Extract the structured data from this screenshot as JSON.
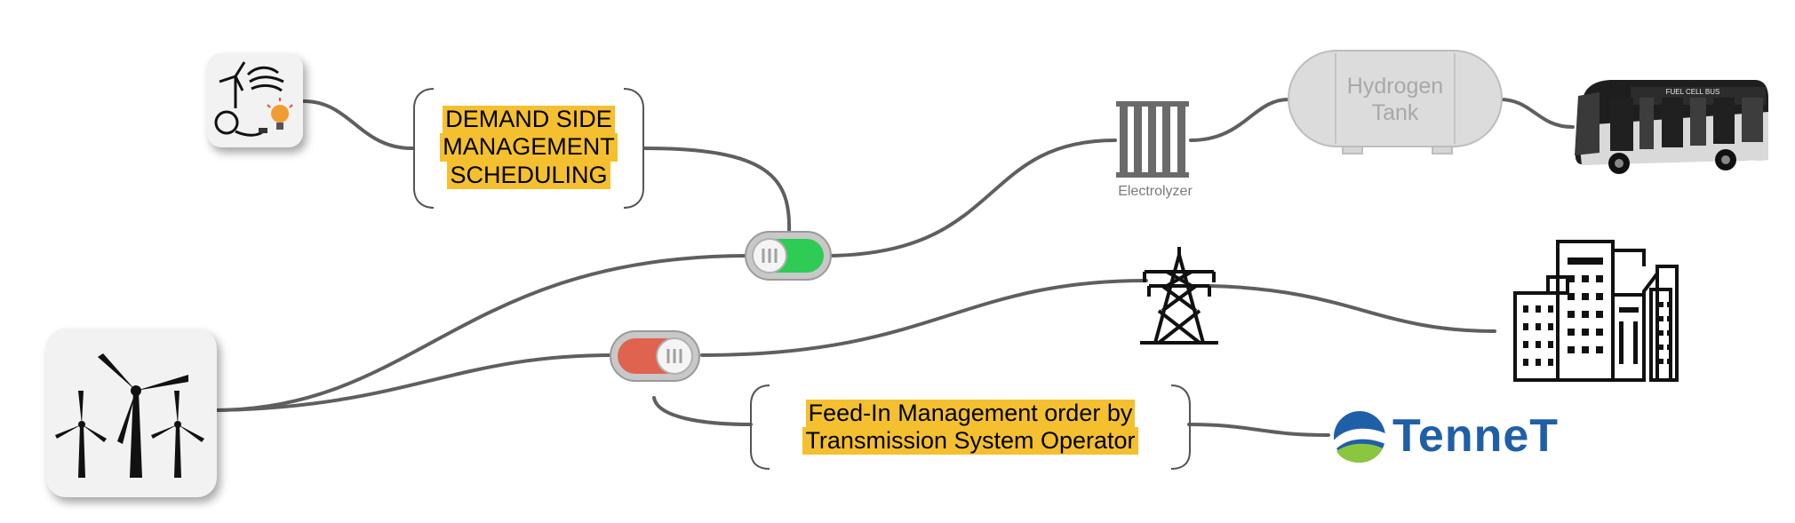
{
  "dsm_label": [
    "DEMAND SIDE",
    "MANAGEMENT",
    "SCHEDULING"
  ],
  "feedin_label": [
    "Feed-In Management order by",
    "Transmission System Operator"
  ],
  "electrolyzer_label": "Electrolyzer",
  "tank_label": [
    "Hydrogen",
    "Tank"
  ],
  "bus_sign": "FUEL CELL BUS",
  "tennet_label": "TenneT",
  "switch_top": {
    "state": "on"
  },
  "switch_bottom": {
    "state": "off"
  },
  "colors": {
    "highlight": "#f4c030",
    "line": "#5f5f5f",
    "switch_on": "#2ecc55",
    "switch_off": "#e0634f",
    "tennet_blue": "#1f5fa8",
    "tennet_green": "#8cc63f"
  }
}
